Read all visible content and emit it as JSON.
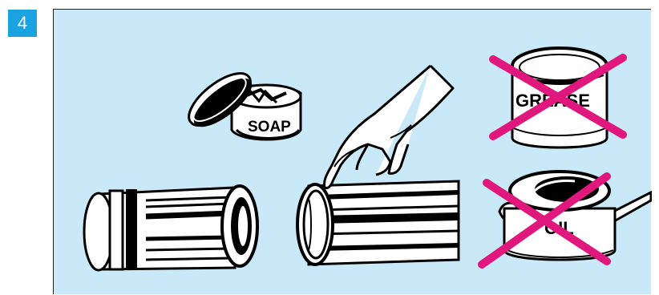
{
  "step": {
    "number": "4"
  },
  "illustration": {
    "soap_label": "SOAP",
    "grease_label": "GREASE",
    "oil_label": "OIL",
    "cross_color": "#e0187e",
    "panel_color": "#c9e9f8",
    "badge_color": "#1aa3e0"
  }
}
